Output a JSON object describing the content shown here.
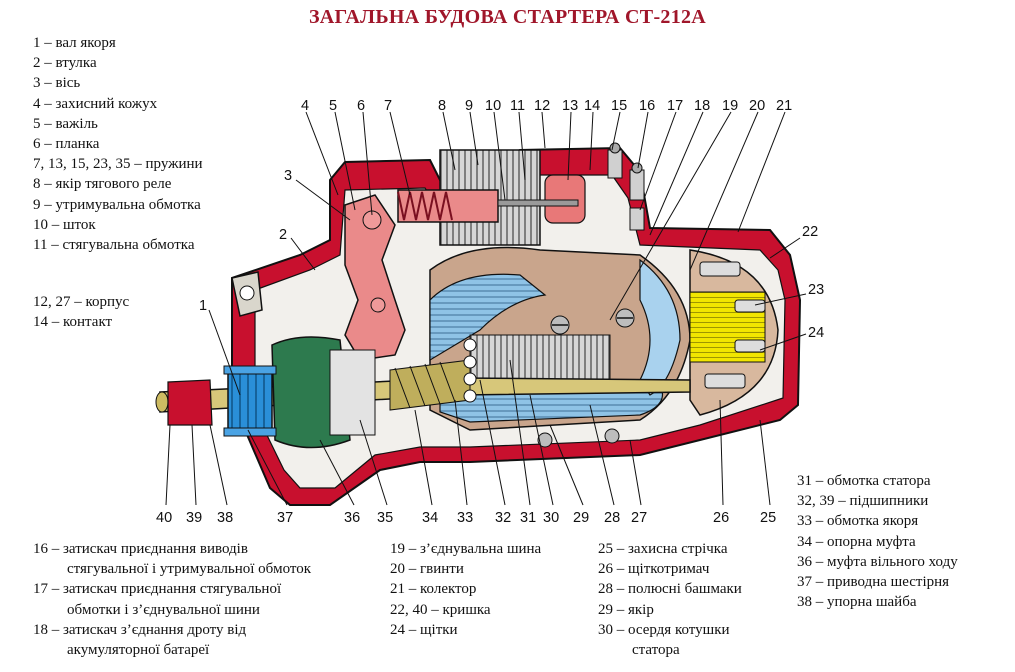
{
  "title": "ЗАГАЛЬНА БУДОВА СТАРТЕРА СТ-212А",
  "legend_top_left": [
    "1 – вал якоря",
    "2 – втулка",
    "3 – вісь",
    "4 – захисний кожух",
    "5 – важіль",
    "6 – планка",
    "7, 13, 15, 23, 35 – пружини",
    "8 – якір тягового реле",
    "9 – утримувальна обмотка",
    "10 – шток",
    "11 – стягувальна обмотка"
  ],
  "legend_mid_left": [
    "12, 27 – корпус",
    "14 – контакт"
  ],
  "legend_right": [
    "31 – обмотка статора",
    "32, 39 – підшипники",
    "33 – обмотка якоря",
    "34 – опорна муфта",
    "36 – муфта вільного ходу",
    "37 – приводна шестірня",
    "38 – упорна шайба"
  ],
  "legend_bottom_col1": [
    {
      "text": "16 – затискач приєднання виводів",
      "indent": false
    },
    {
      "text": "стягувальної і утримувальної обмоток",
      "indent": true
    },
    {
      "text": "17 – затискач приєднання стягувальної",
      "indent": false
    },
    {
      "text": "обмотки і з’єднувальної шини",
      "indent": true
    },
    {
      "text": "18 – затискач з’єднання дроту від",
      "indent": false
    },
    {
      "text": "акумуляторної батареї",
      "indent": true
    }
  ],
  "legend_bottom_col2": [
    {
      "text": "19 – з’єднувальна шина",
      "indent": false
    },
    {
      "text": "20 – гвинти",
      "indent": false
    },
    {
      "text": "21 – колектор",
      "indent": false
    },
    {
      "text": "22, 40 – кришка",
      "indent": false
    },
    {
      "text": "24 – щітки",
      "indent": false
    }
  ],
  "legend_bottom_col3": [
    {
      "text": "25 – захисна стрічка",
      "indent": false
    },
    {
      "text": "26 – щіткотримач",
      "indent": false
    },
    {
      "text": "28 – полюсні башмаки",
      "indent": false
    },
    {
      "text": "29 – якір",
      "indent": false
    },
    {
      "text": "30 – осердя котушки",
      "indent": false
    },
    {
      "text": "статора",
      "indent": true
    }
  ],
  "top_callouts": [
    "4",
    "5",
    "6",
    "7",
    "8",
    "9",
    "10",
    "11",
    "12",
    "13",
    "14",
    "15",
    "16",
    "17",
    "18",
    "19",
    "20",
    "21"
  ],
  "bottom_callouts": [
    "40",
    "39",
    "38",
    "37",
    "36",
    "35",
    "34",
    "33",
    "32",
    "31",
    "30",
    "29",
    "28",
    "27",
    "26",
    "25"
  ],
  "side_callouts": {
    "n3": "3",
    "n2": "2",
    "n1": "1",
    "n22": "22",
    "n23": "23",
    "n24": "24"
  },
  "colors": {
    "title": "#a0162a",
    "housing_red": "#c8102e",
    "armature_tan": "#c9a58c",
    "winding_blue": "#8fc3e6",
    "gear_blue": "#2a8fd8",
    "clutch_green": "#2d7a4e",
    "lever_pink": "#ea8a8a",
    "brush_yellow": "#f2e600",
    "shaft_khaki": "#d7c77a",
    "metal_grey": "#c4c4c4"
  }
}
